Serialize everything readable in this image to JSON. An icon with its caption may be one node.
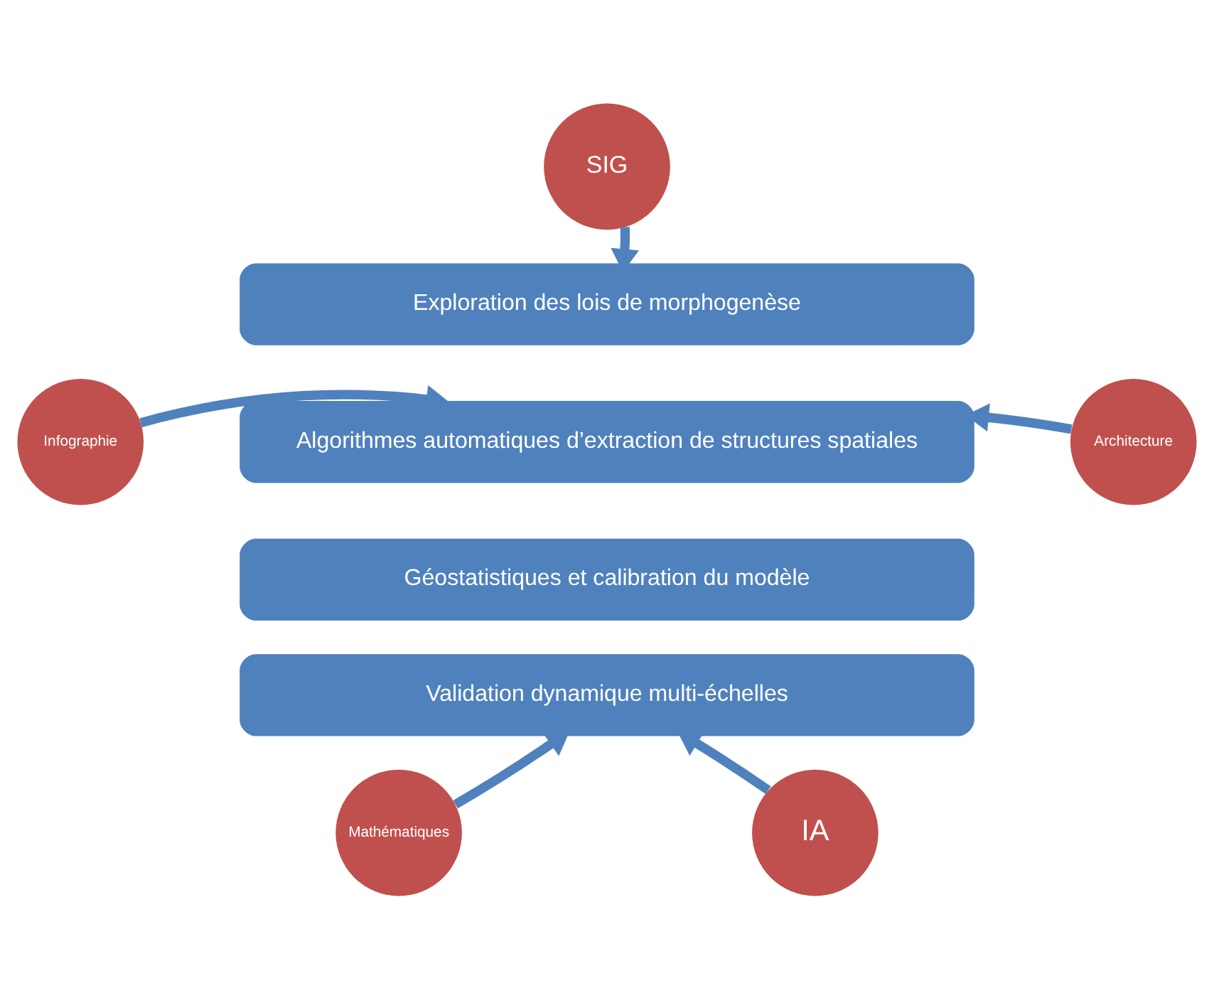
{
  "diagram": {
    "nodes": [
      {
        "text": [
          "SIG"
        ]
      },
      {
        "text": [
          "Exploration des lois de morphogenèse"
        ]
      },
      {
        "text": [
          "Infographie"
        ]
      },
      {
        "text": [
          "Algorithmes automatiques d’extraction de structures spatiales"
        ]
      },
      {
        "text": [
          "Architecture"
        ]
      },
      {
        "text": [
          "Géostatistiques et calibration du modèle"
        ]
      },
      {
        "text": [
          "Validation dynamique multi-échelles"
        ]
      },
      {
        "text": [
          "Mathématiques"
        ]
      },
      {
        "text": [
          "IA"
        ]
      }
    ],
    "edges": [
      {
        "from": 0,
        "to": 1,
        "arrow": "to"
      },
      {
        "from": 2,
        "to": 3,
        "arrow": "to"
      },
      {
        "from": 4,
        "to": 3,
        "arrow": "to"
      },
      {
        "from": 7,
        "to": 6,
        "arrow": "to"
      },
      {
        "from": 8,
        "to": 6,
        "arrow": "to"
      }
    ]
  }
}
